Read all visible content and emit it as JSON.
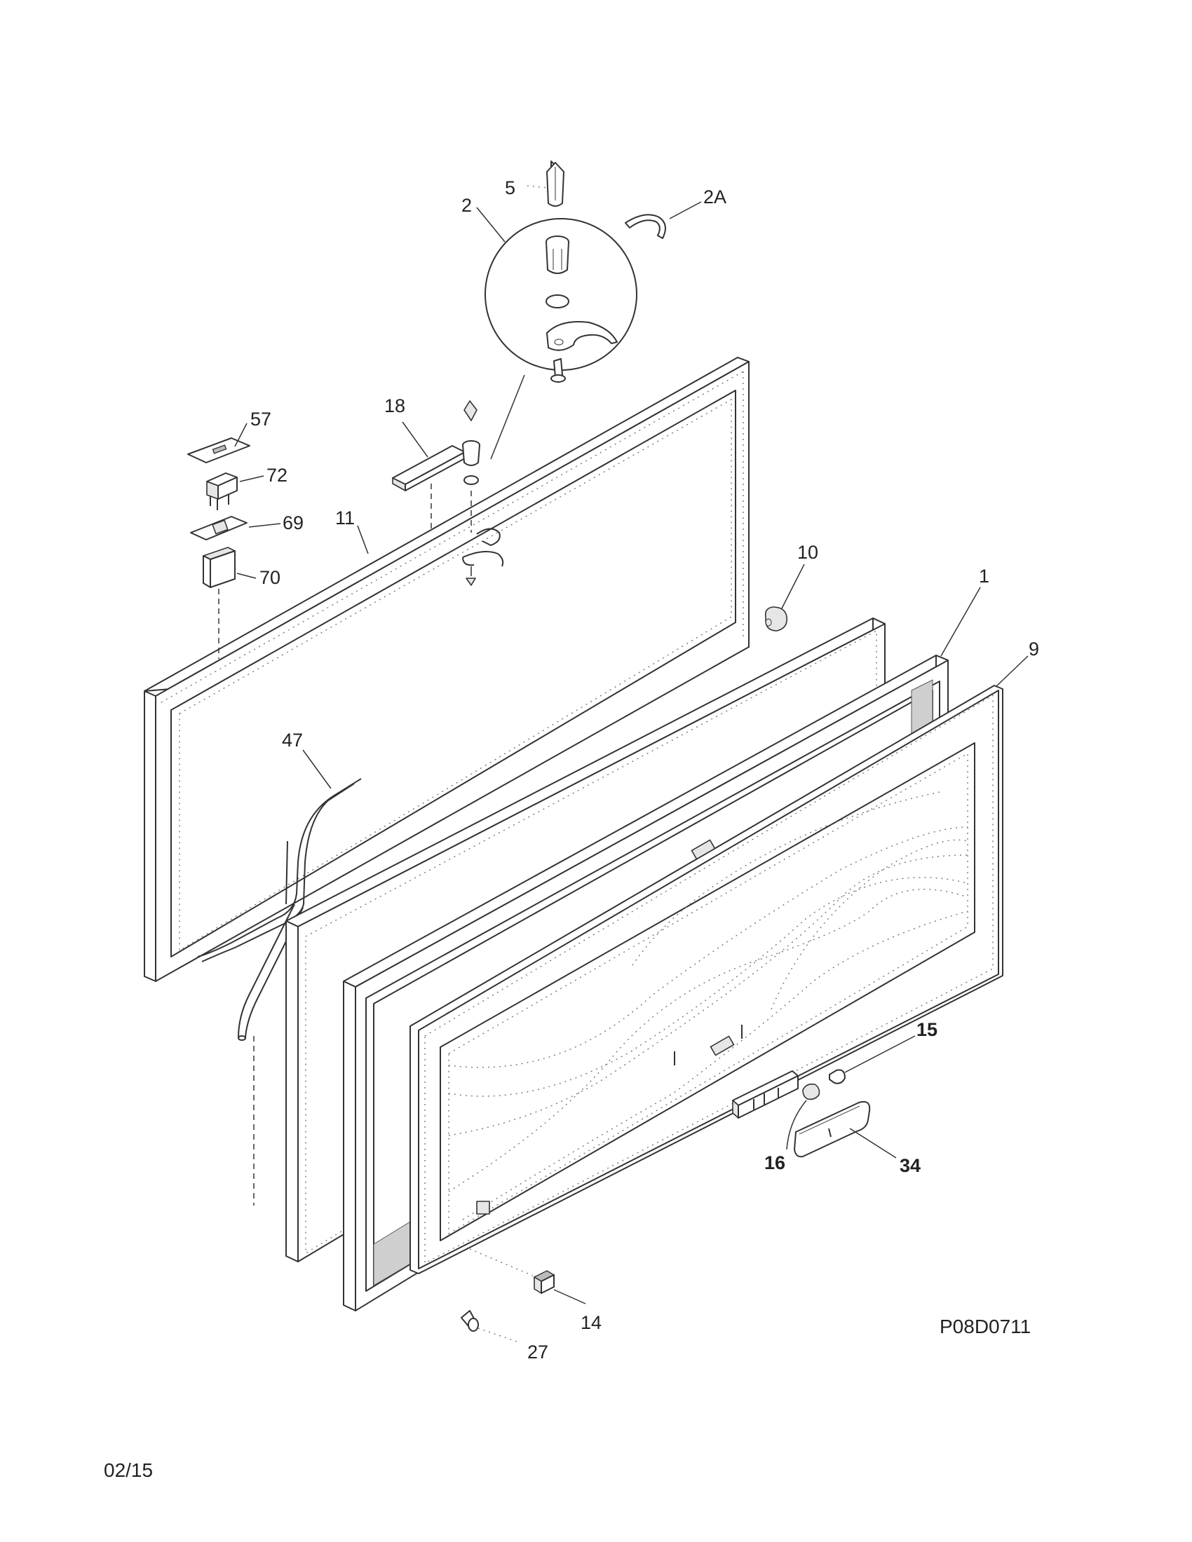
{
  "diagram": {
    "drawing_code": "P08D0711",
    "date_code": "02/15",
    "callouts": [
      {
        "id": "c-5",
        "text": "5",
        "bold": false
      },
      {
        "id": "c-2",
        "text": "2",
        "bold": false
      },
      {
        "id": "c-2a",
        "text": "2A",
        "bold": false
      },
      {
        "id": "c-57",
        "text": "57",
        "bold": false
      },
      {
        "id": "c-18",
        "text": "18",
        "bold": false
      },
      {
        "id": "c-72",
        "text": "72",
        "bold": false
      },
      {
        "id": "c-69",
        "text": "69",
        "bold": false
      },
      {
        "id": "c-11",
        "text": "11",
        "bold": false
      },
      {
        "id": "c-70",
        "text": "70",
        "bold": false
      },
      {
        "id": "c-10",
        "text": "10",
        "bold": false
      },
      {
        "id": "c-1",
        "text": "1",
        "bold": false
      },
      {
        "id": "c-9",
        "text": "9",
        "bold": false
      },
      {
        "id": "c-47",
        "text": "47",
        "bold": false
      },
      {
        "id": "c-15",
        "text": "15",
        "bold": true
      },
      {
        "id": "c-16",
        "text": "16",
        "bold": true
      },
      {
        "id": "c-34",
        "text": "34",
        "bold": true
      },
      {
        "id": "c-14",
        "text": "14",
        "bold": false
      },
      {
        "id": "c-27",
        "text": "27",
        "bold": false
      }
    ]
  }
}
